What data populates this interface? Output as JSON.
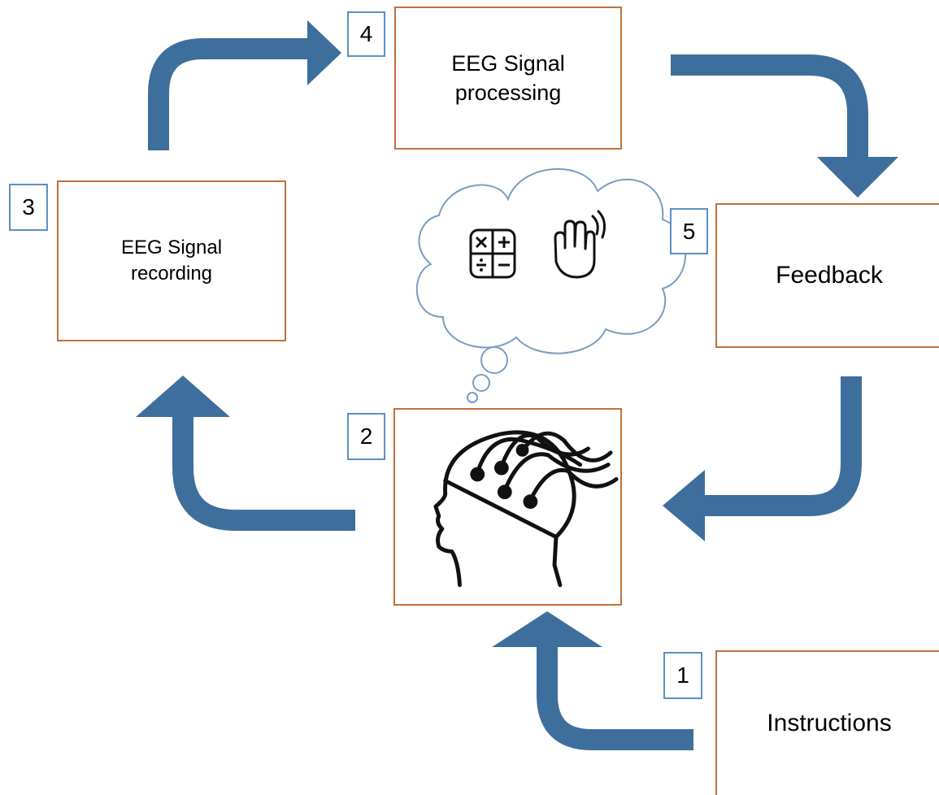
{
  "colors": {
    "arrow": "#3e6f9c",
    "box_border": "#c0703a",
    "badge_border": "#5b8fc6",
    "cloud_stroke": "#7a9cc0"
  },
  "steps": [
    {
      "number": "1",
      "label": "Instructions"
    },
    {
      "number": "2",
      "label": "",
      "icon": "eeg-head-icon"
    },
    {
      "number": "3",
      "label": "EEG Signal\nrecording"
    },
    {
      "number": "4",
      "label": "EEG Signal\nprocessing"
    },
    {
      "number": "5",
      "label": "Feedback"
    }
  ],
  "thought_cloud": {
    "icons": [
      "calculator-icon",
      "waving-hand-icon"
    ]
  }
}
